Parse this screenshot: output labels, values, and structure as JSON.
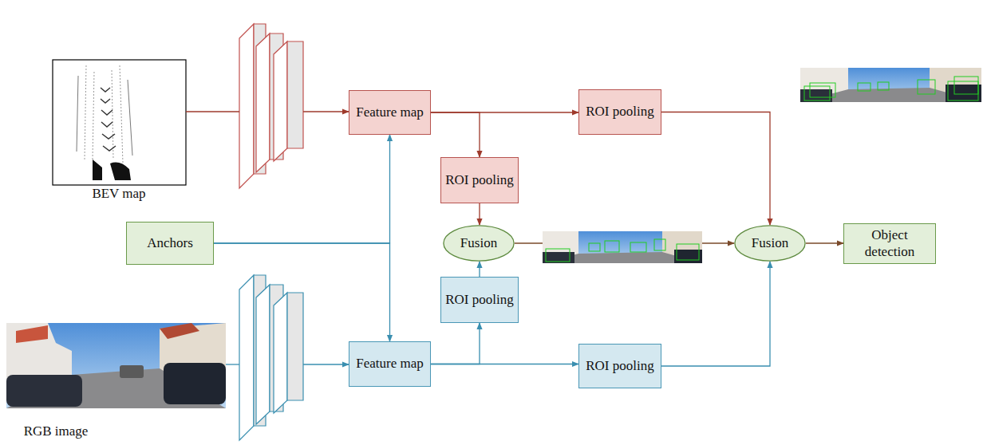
{
  "diagram": {
    "nodes": [
      {
        "text": [
          "Feature map"
        ]
      },
      {
        "text": [
          "ROI pooling"
        ]
      },
      {
        "text": [
          "ROI pooling"
        ]
      },
      {
        "text": [
          "Anchors"
        ]
      },
      {
        "text": [
          "Fusion"
        ]
      },
      {
        "text": [
          "ROI pooling"
        ]
      },
      {
        "text": [
          "Fusion"
        ]
      },
      {
        "text": [
          "Object detection"
        ]
      },
      {
        "text": [
          "Feature map"
        ]
      },
      {
        "text": [
          "ROI pooling"
        ]
      }
    ],
    "edges": [
      {
        "from": 0,
        "to": 1,
        "arrow": "to"
      },
      {
        "from": 0,
        "to": 2,
        "arrow": "to"
      },
      {
        "from": 3,
        "to": 0,
        "arrow": "to"
      },
      {
        "from": 3,
        "to": 8,
        "arrow": "to"
      },
      {
        "from": 2,
        "to": 4,
        "arrow": "to"
      },
      {
        "from": 5,
        "to": 4,
        "arrow": "to"
      },
      {
        "from": 8,
        "to": 5,
        "arrow": "to"
      },
      {
        "from": 8,
        "to": 9,
        "arrow": "to"
      },
      {
        "from": 4,
        "to": 6,
        "arrow": "to"
      },
      {
        "from": 1,
        "to": 6,
        "arrow": "to"
      },
      {
        "from": 9,
        "to": 6,
        "arrow": "to"
      },
      {
        "from": 6,
        "to": 7,
        "arrow": "to"
      }
    ],
    "labels": [
      "BEV map",
      "RGB image"
    ]
  }
}
